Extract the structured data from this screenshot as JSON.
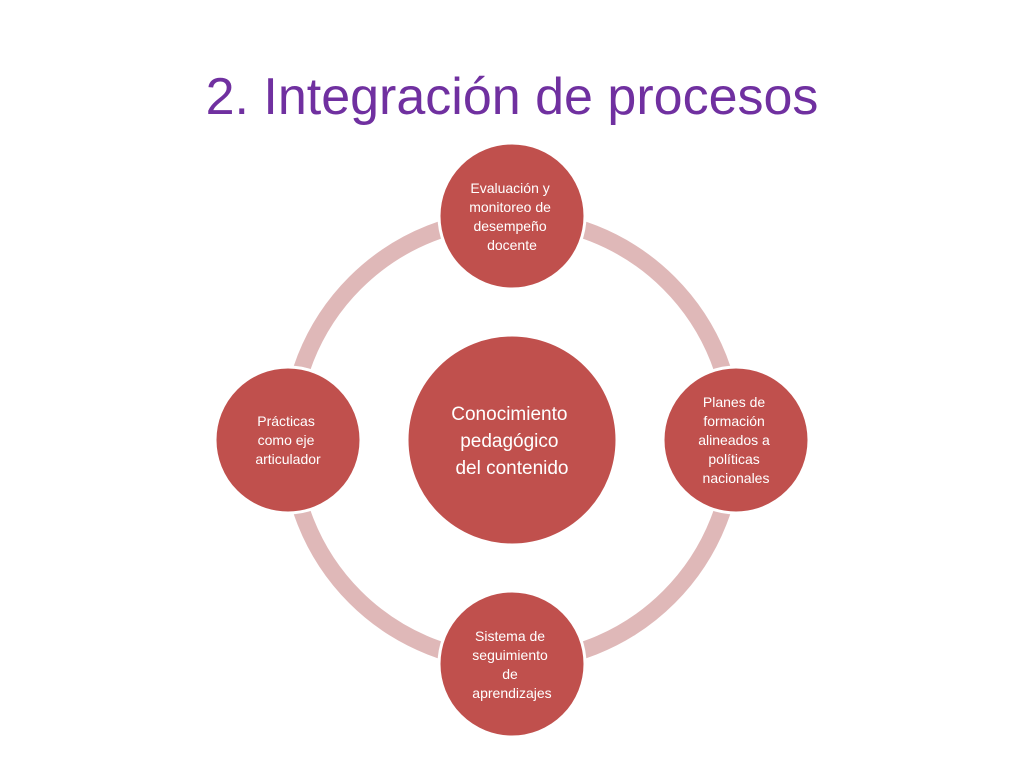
{
  "slide": {
    "title": "2. Integración de procesos",
    "colors": {
      "title": "#7030a0",
      "node_fill": "#c0504d",
      "node_stroke": "#ffffff",
      "ring": "#dfb8b8",
      "text": "#ffffff"
    }
  },
  "diagram": {
    "center": {
      "lines": [
        "Conocimiento",
        "pedagógico",
        "del contenido"
      ]
    },
    "nodes": [
      {
        "id": "top",
        "lines": [
          "Evaluación y",
          "monitoreo de",
          "desempeño",
          "docente"
        ]
      },
      {
        "id": "right",
        "lines": [
          "Planes de",
          "formación",
          "alineados a",
          "políticas",
          "nacionales"
        ]
      },
      {
        "id": "bottom",
        "lines": [
          "Sistema de",
          "seguimiento",
          "de",
          "aprendizajes"
        ]
      },
      {
        "id": "left",
        "lines": [
          "Prácticas",
          "como eje",
          "articulador"
        ]
      }
    ]
  }
}
